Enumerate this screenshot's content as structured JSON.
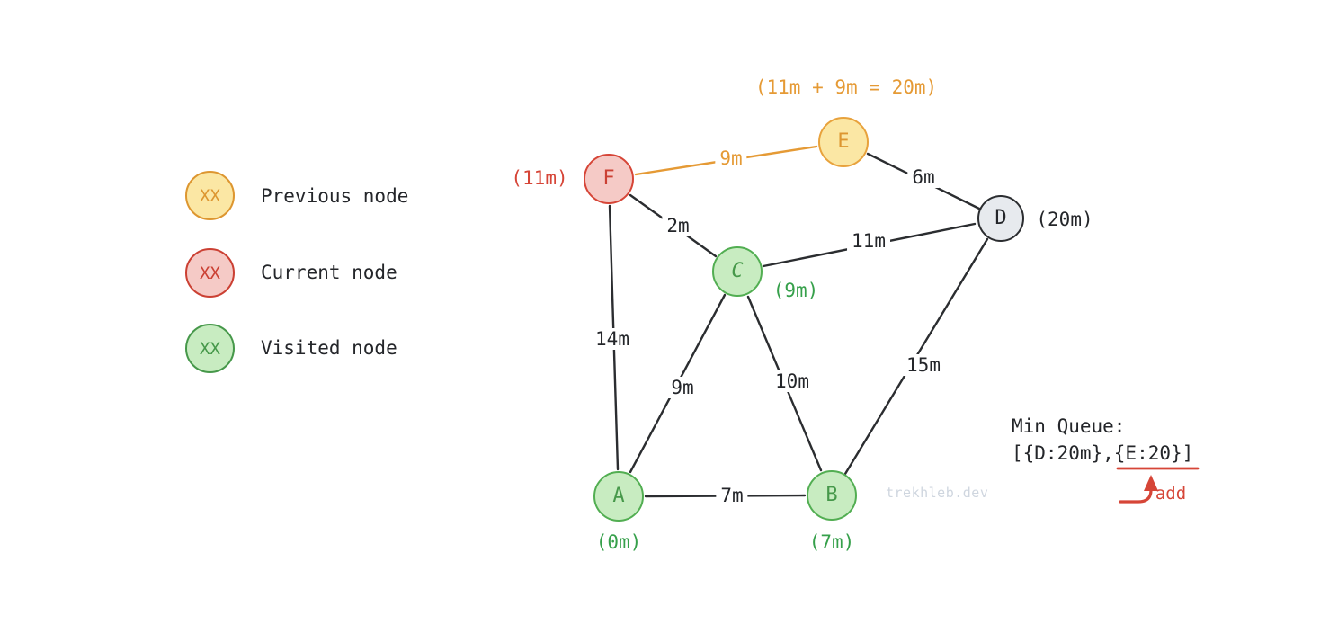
{
  "legend": {
    "items": [
      {
        "symbol": "XX",
        "label": "Previous node",
        "state": "previous"
      },
      {
        "symbol": "XX",
        "label": "Current node",
        "state": "current"
      },
      {
        "symbol": "XX",
        "label": "Visited node",
        "state": "visited"
      }
    ]
  },
  "graph": {
    "nodes": [
      {
        "id": "F",
        "label": "F",
        "state": "current",
        "distance": "(11m)"
      },
      {
        "id": "E",
        "label": "E",
        "state": "previous",
        "annotation": "(11m + 9m = 20m)"
      },
      {
        "id": "D",
        "label": "D",
        "state": "unvisited",
        "distance": "(20m)"
      },
      {
        "id": "C",
        "label": "C",
        "state": "visited",
        "distance": "(9m)"
      },
      {
        "id": "A",
        "label": "A",
        "state": "visited",
        "distance": "(0m)"
      },
      {
        "id": "B",
        "label": "B",
        "state": "visited",
        "distance": "(7m)"
      }
    ],
    "edges": [
      {
        "from": "F",
        "to": "E",
        "weight": "9m",
        "highlighted": true
      },
      {
        "from": "E",
        "to": "D",
        "weight": "6m",
        "highlighted": false
      },
      {
        "from": "F",
        "to": "C",
        "weight": "2m",
        "highlighted": false
      },
      {
        "from": "C",
        "to": "D",
        "weight": "11m",
        "highlighted": false
      },
      {
        "from": "F",
        "to": "A",
        "weight": "14m",
        "highlighted": false
      },
      {
        "from": "C",
        "to": "A",
        "weight": "9m",
        "highlighted": false
      },
      {
        "from": "C",
        "to": "B",
        "weight": "10m",
        "highlighted": false
      },
      {
        "from": "D",
        "to": "B",
        "weight": "15m",
        "highlighted": false
      },
      {
        "from": "A",
        "to": "B",
        "weight": "7m",
        "highlighted": false
      }
    ]
  },
  "queue": {
    "title": "Min Queue:",
    "value": "[{D:20m},{E:20}]",
    "add_label": "add"
  },
  "watermark": "trekhleb.dev",
  "colors": {
    "previous_fill": "#fbe7a4",
    "previous_border": "#e8a23c",
    "current_fill": "#f5cac6",
    "current_border": "#d64537",
    "visited_fill": "#c8ecc1",
    "visited_border": "#52ae52",
    "unvisited_fill": "#e7eaee",
    "unvisited_border": "#2b2d30",
    "edge_stroke": "#2b2d30",
    "highlight_orange": "#e59a35",
    "accent_red": "#d64537",
    "green_text": "#36a04b",
    "watermark_gray": "#cfd6df"
  }
}
